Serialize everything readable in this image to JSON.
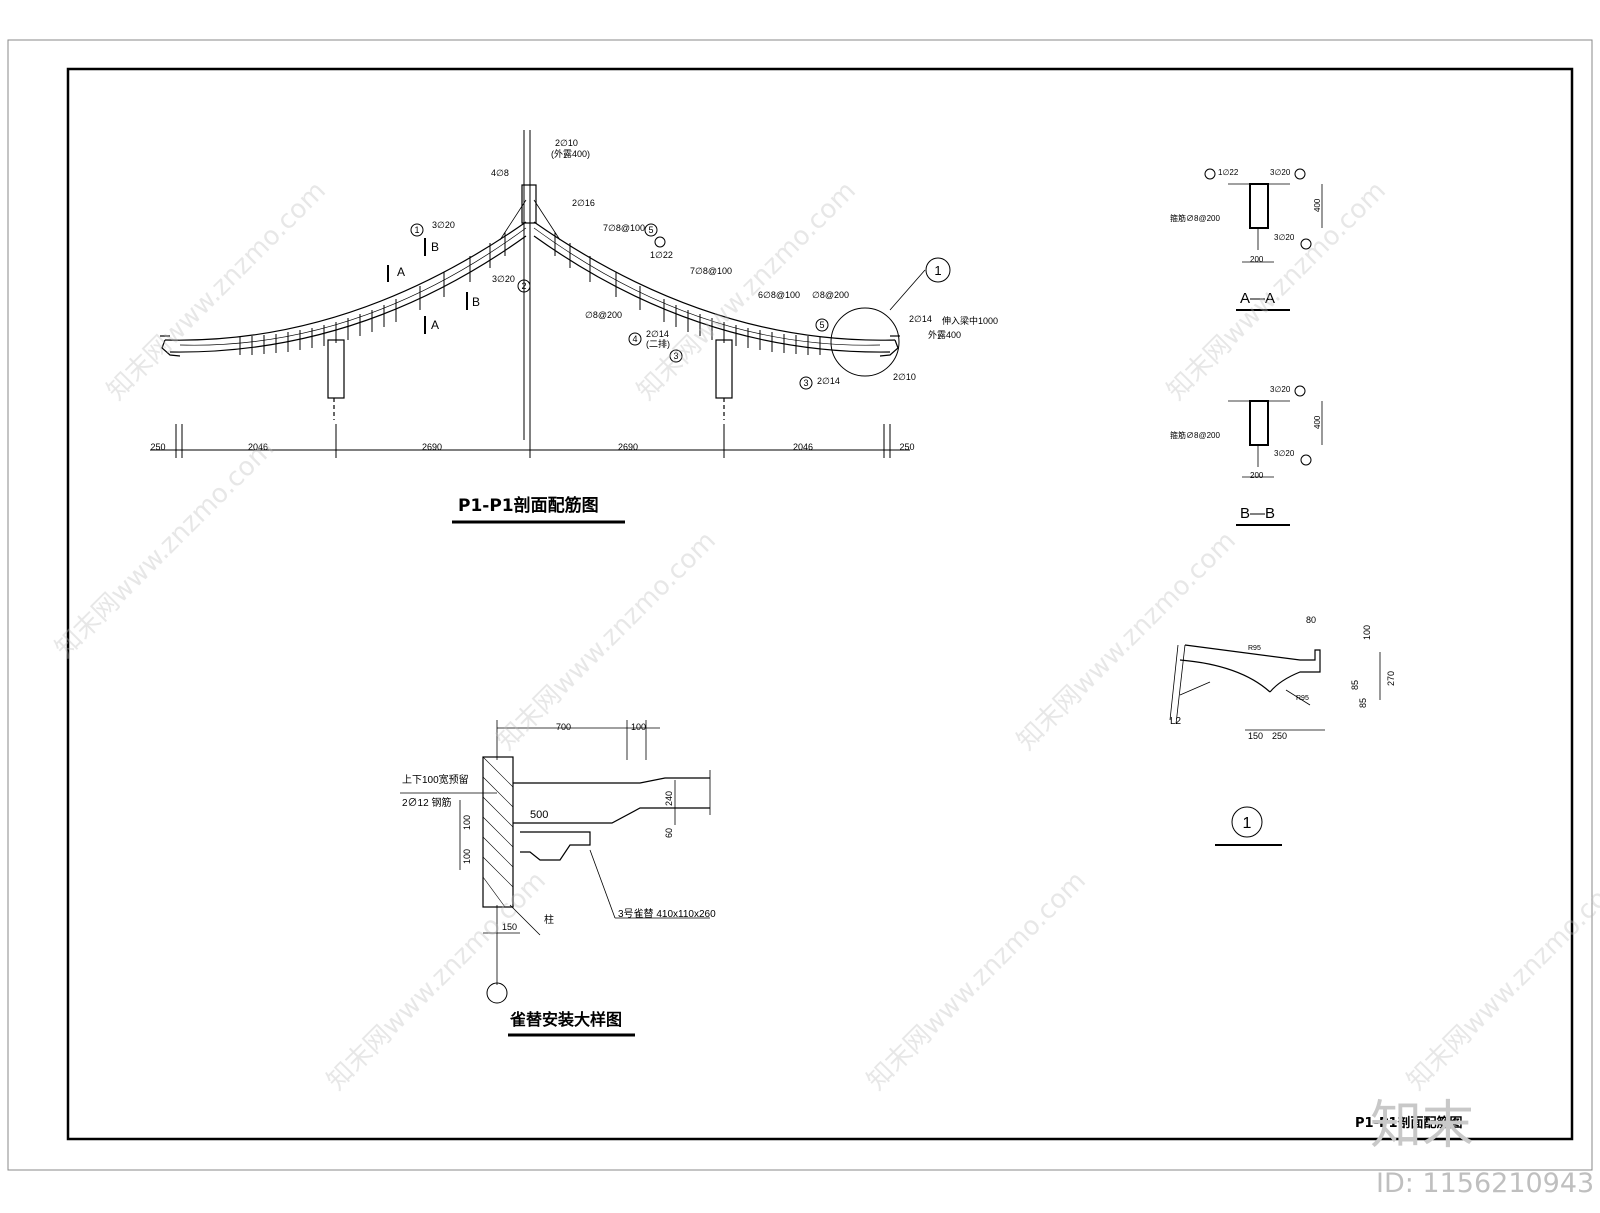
{
  "sheet_title": "P1-P1剖面配筋图",
  "main_section": {
    "title": "P1-P1剖面配筋图",
    "dims": [
      "250",
      "2046",
      "2690",
      "2690",
      "2046",
      "250"
    ],
    "labels": {
      "ridge_top": "2∅10",
      "ridge_top_sub": "(外露400)",
      "ridge_left": "4∅8",
      "ridge_right": "2∅16",
      "left_top": "3∅20",
      "left_mid": "3∅20",
      "right_stirrup1": "7∅8@100",
      "right_stirrup2": "7∅8@100",
      "right_stirrup3": "6∅8@100",
      "right_stirrup4": "∅8@200",
      "right_stirrup5": "∅8@200",
      "right_122": "1∅22",
      "right_214": "2∅14",
      "right_214_sub": "(二排)",
      "eave_214": "2∅14",
      "eave_note1": "伸入梁中1000",
      "eave_note2": "外露400",
      "eave_210": "2∅10",
      "eave_214b": "2∅14",
      "cut_a": "A",
      "cut_b": "B"
    },
    "callouts": [
      "1",
      "2",
      "3",
      "4",
      "5"
    ]
  },
  "section_aa": {
    "title": "A—A",
    "top": "3∅20",
    "bot": "3∅20",
    "stirrup": "箍筋∅8@200",
    "tie": "1∅22",
    "height": "400",
    "width": "200"
  },
  "section_bb": {
    "title": "B—B",
    "top": "3∅20",
    "bot": "3∅20",
    "stirrup": "箍筋∅8@200",
    "height": "400",
    "width": "200"
  },
  "detail_1": {
    "title": "1",
    "label": "L2",
    "dims_top": "80",
    "dims_right": [
      "100",
      "85",
      "85",
      "270"
    ],
    "dims_bot": [
      "150",
      "250"
    ],
    "r1": "R95",
    "r2": "R95"
  },
  "bracket_detail": {
    "title": "雀替安装大样图",
    "dim_700": "700",
    "dim_100": "100",
    "dim_240": "240",
    "dim_60": "60",
    "dim_500": "500",
    "dim_100a": "100",
    "dim_100b": "100",
    "dim_150": "150",
    "note1": "上下100宽预留",
    "note2": "2∅12 钢筋",
    "note3": "3号雀替 410x110x260",
    "note4": "柱"
  },
  "watermark": {
    "text": "知末网www.znzmo.com",
    "logo": "知末",
    "id": "ID: 1156210943"
  }
}
